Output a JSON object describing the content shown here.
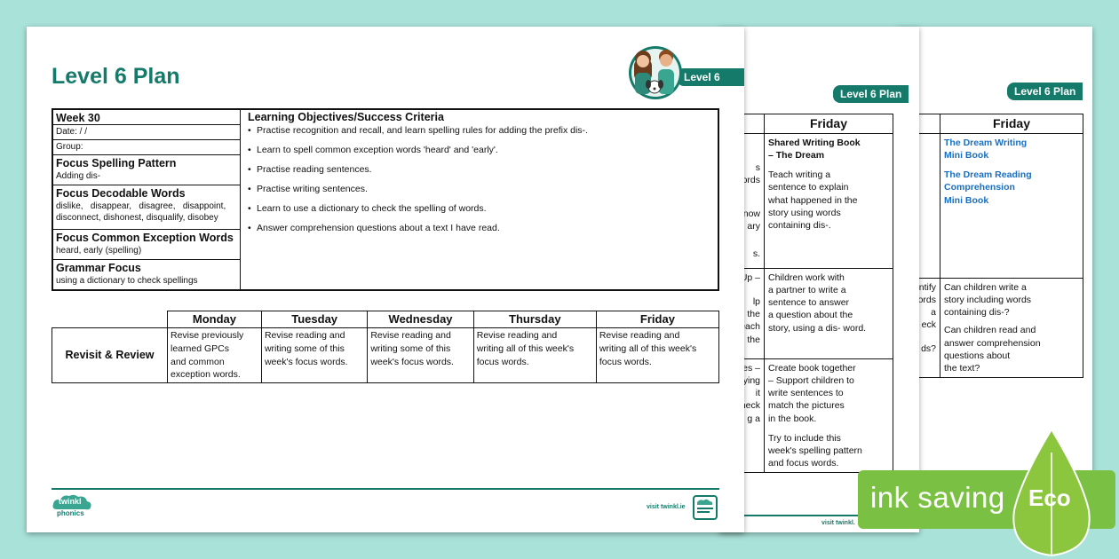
{
  "page3": {
    "tab": "Level 6 Plan",
    "day": "Friday",
    "frag": "y",
    "cells": [
      {
        "lines": [
          "The Dream Writing",
          "Mini Book",
          "",
          "The Dream Reading",
          "Comprehension",
          "Mini Book"
        ]
      },
      {
        "lines": [
          "Can children write a",
          "story including words",
          "containing dis-?",
          "",
          "Can children read and",
          "answer comprehension",
          "questions about",
          "the text?"
        ]
      }
    ],
    "left_frags": [
      "entify",
      "ords",
      "a",
      "eck",
      "",
      "ds?"
    ]
  },
  "page2": {
    "tab": "Level 6 Plan",
    "day": "Friday",
    "frag": "y",
    "visit": "visit twinkl.",
    "cells": [
      {
        "title": [
          "Shared Writing Book",
          "– The Dream"
        ],
        "lines": [
          "Teach writing a",
          "sentence to explain",
          "what happened in the",
          "story using words",
          "containing dis-."
        ]
      },
      {
        "lines": [
          "Children work with",
          "a partner to write a",
          "sentence to answer",
          "a question about the",
          "story, using a dis- word."
        ]
      },
      {
        "lines": [
          "Create book together",
          "– Support children to",
          "write sentences to",
          "match the pictures",
          "in the book.",
          "",
          "Try to include this",
          "week's spelling pattern",
          "and focus words."
        ]
      }
    ],
    "left_frags": [
      [
        "",
        "s",
        "ords",
        "",
        "now",
        "ary",
        "",
        "",
        "s."
      ],
      [
        "Up –",
        "",
        "lp",
        "the",
        "of each",
        "the",
        ""
      ],
      [
        "nces –",
        "ying",
        "it",
        "check",
        "g a",
        "",
        ""
      ]
    ]
  },
  "page1": {
    "title": "Level 6 Plan",
    "tab": "Level 6",
    "week": "Week 30",
    "date": "Date:     /     /",
    "group": "Group:",
    "spelling": {
      "heading": "Focus Spelling Pattern",
      "value": "Adding dis-"
    },
    "decodable": {
      "heading": "Focus Decodable Words",
      "line1": "dislike,   disappear,   disagree,   disappoint,",
      "line2": "disconnect, dishonest, disqualify, disobey"
    },
    "common": {
      "heading": "Focus Common Exception Words",
      "value": "heard, early (spelling)"
    },
    "grammar": {
      "heading": "Grammar Focus",
      "value": "using a dictionary to check spellings"
    },
    "objectives_heading": "Learning Objectives/Success Criteria",
    "objectives": [
      "Practise recognition and recall, and learn spelling rules for adding the prefix dis-.",
      "Learn to spell common exception words 'heard' and 'early'.",
      "Practise reading sentences.",
      "Practise writing sentences.",
      "Learn to use a dictionary to check the spelling of words.",
      "Answer comprehension questions about a text I have read."
    ],
    "days": [
      "Monday",
      "Tuesday",
      "Wednesday",
      "Thursday",
      "Friday"
    ],
    "row_label": "Revisit & Review",
    "row": [
      [
        "Revise previously",
        "learned GPCs",
        "and common",
        "exception words."
      ],
      [
        "Revise reading and",
        "writing some of this",
        "week's focus words."
      ],
      [
        "Revise reading and",
        "writing some of this",
        "week's focus words."
      ],
      [
        "Revise reading and",
        "writing all of this week's",
        "focus words."
      ],
      [
        "Revise reading and",
        "writing all of this week's",
        "focus words."
      ]
    ],
    "logo": "twinkl",
    "logo_sub": "phonics",
    "visit": "visit twinkl.ie"
  },
  "eco": {
    "text": "ink saving",
    "badge": "Eco",
    "color": "#7ac143"
  },
  "colors": {
    "accent": "#157a6a",
    "background": "#a8e2d8",
    "link": "#1a6fc2"
  }
}
